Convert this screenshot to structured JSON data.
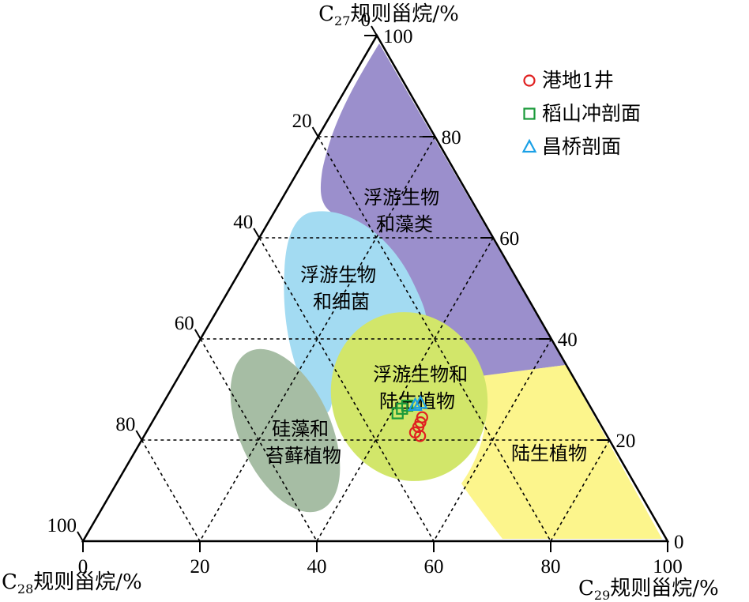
{
  "chart_data": {
    "type": "ternary",
    "axes": {
      "top": {
        "title_main": "C",
        "title_sub": "27",
        "title_rest": "规则甾烷/%"
      },
      "left": {
        "title_main": "C",
        "title_sub": "28",
        "title_rest": "规则甾烷/%"
      },
      "right": {
        "title_main": "C",
        "title_sub": "29",
        "title_rest": "规则甾烷/%"
      }
    },
    "ticks": {
      "bottom": [
        "0",
        "20",
        "40",
        "60",
        "80",
        "100"
      ],
      "left": [
        "0",
        "20",
        "40",
        "60",
        "80",
        "100"
      ],
      "right": [
        "0",
        "20",
        "40",
        "60",
        "80",
        "100"
      ]
    },
    "grid": true,
    "grid_step": 20,
    "regions": [
      {
        "label_lines": [
          "浮游生物",
          "和藻类"
        ],
        "color": "#9b8fcc"
      },
      {
        "label_lines": [
          "浮游生物",
          "和细菌"
        ],
        "color": "#a3dbf2"
      },
      {
        "label_lines": [
          "硅藻和",
          "苔藓植物"
        ],
        "color": "#a6bda4"
      },
      {
        "label_lines": [
          "陆生植物"
        ],
        "color": "#fcf58c"
      },
      {
        "label_lines": [
          "浮游生物和",
          "陆生植物"
        ],
        "color": "#d2e66a"
      }
    ],
    "series": [
      {
        "name": "港地1井",
        "marker": "circle",
        "color": "#e02020",
        "points": [
          {
            "c27": 21.5,
            "c28": 32.5,
            "c29": 46.0
          },
          {
            "c27": 20.8,
            "c28": 32.0,
            "c29": 47.2
          },
          {
            "c27": 22.6,
            "c28": 31.4,
            "c29": 46.0
          },
          {
            "c27": 23.5,
            "c28": 30.6,
            "c29": 45.9
          },
          {
            "c27": 24.5,
            "c28": 29.8,
            "c29": 45.7
          }
        ]
      },
      {
        "name": "稻山冲剖面",
        "marker": "square",
        "color": "#1a9a3a",
        "points": [
          {
            "c27": 25.3,
            "c28": 33.6,
            "c29": 41.1
          },
          {
            "c27": 26.2,
            "c28": 32.4,
            "c29": 41.4
          },
          {
            "c27": 26.8,
            "c28": 31.2,
            "c29": 42.0
          }
        ]
      },
      {
        "name": "昌桥剖面",
        "marker": "triangle",
        "color": "#1aa0e6",
        "points": [
          {
            "c27": 26.9,
            "c28": 29.8,
            "c29": 43.3
          },
          {
            "c27": 27.3,
            "c28": 28.7,
            "c29": 44.0
          }
        ]
      }
    ],
    "legend_position": "top-right"
  }
}
